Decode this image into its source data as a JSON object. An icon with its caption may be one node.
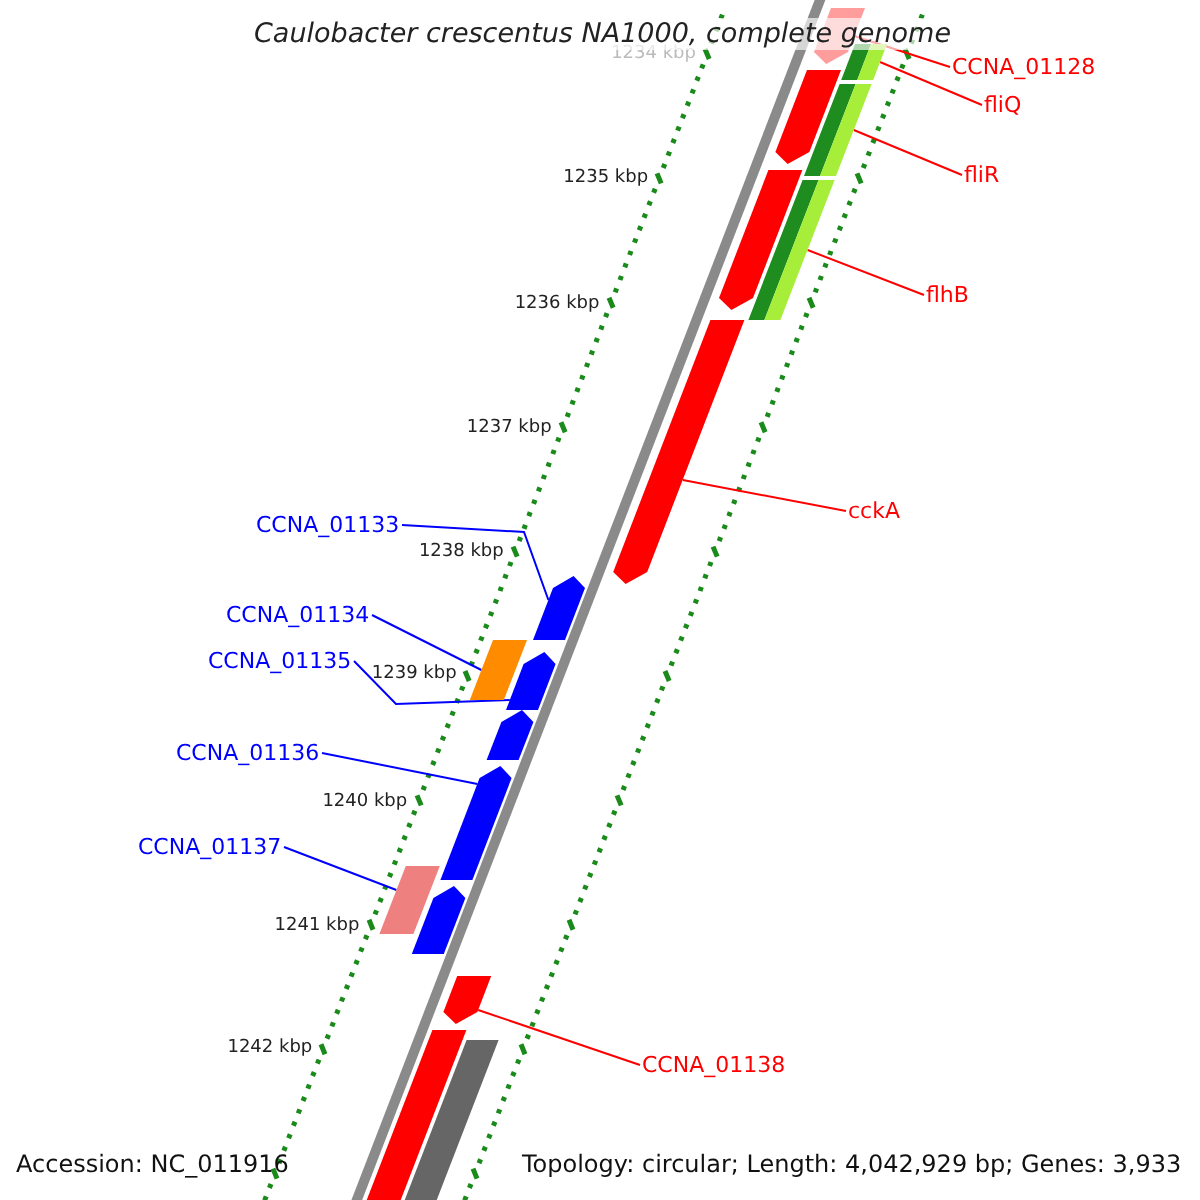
{
  "diagram": {
    "title": "Caulobacter crescentus NA1000, complete genome",
    "nodes": [
      {
        "text": [
          "CCNA_01128"
        ]
      },
      {
        "text": [
          "fliQ"
        ]
      },
      {
        "text": [
          "fliR"
        ]
      },
      {
        "text": [
          "flhB"
        ]
      },
      {
        "text": [
          "cckA"
        ]
      },
      {
        "text": [
          "CCNA_01133"
        ]
      },
      {
        "text": [
          "CCNA_01134"
        ]
      },
      {
        "text": [
          "CCNA_01135"
        ]
      },
      {
        "text": [
          "CCNA_01136"
        ]
      },
      {
        "text": [
          "CCNA_01137"
        ]
      },
      {
        "text": [
          "CCNA_01138"
        ]
      },
      {
        "text": [],
        "shape": "bar"
      },
      {
        "text": [],
        "shape": "bar"
      },
      {
        "text": [],
        "shape": "bar"
      },
      {
        "text": [],
        "shape": "bar"
      },
      {
        "text": [],
        "shape": "bar"
      },
      {
        "text": [],
        "shape": "bar"
      },
      {
        "text": [],
        "shape": "bar"
      },
      {
        "text": [],
        "shape": "bar"
      },
      {
        "text": [],
        "shape": "bar"
      },
      {
        "text": [],
        "shape": "bar"
      },
      {
        "text": [],
        "shape": "bar"
      },
      {
        "text": [],
        "shape": "bar"
      },
      {
        "text": [],
        "shape": "bar"
      },
      {
        "text": [],
        "shape": "bar"
      },
      {
        "text": [],
        "shape": "bar"
      },
      {
        "text": [],
        "shape": "bar"
      },
      {
        "text": [],
        "shape": "bar"
      }
    ],
    "edges": [
      {
        "from": 0,
        "to": 11,
        "arrow": "none"
      },
      {
        "from": 1,
        "to": 12,
        "arrow": "none"
      },
      {
        "from": 2,
        "to": 13,
        "arrow": "none"
      },
      {
        "from": 3,
        "to": 14,
        "arrow": "none"
      },
      {
        "from": 4,
        "to": 15,
        "arrow": "none"
      },
      {
        "from": 5,
        "to": 16,
        "arrow": "none",
        "color": "#0000ff"
      },
      {
        "from": 6,
        "to": 17,
        "arrow": "none",
        "color": "#0000ff"
      },
      {
        "from": 7,
        "to": 18,
        "arrow": "none",
        "color": "#0000ff"
      },
      {
        "from": 8,
        "to": 19,
        "arrow": "none",
        "color": "#0000ff"
      },
      {
        "from": 9,
        "to": 20,
        "arrow": "none",
        "color": "#0000ff"
      },
      {
        "from": 10,
        "to": 21,
        "arrow": "none"
      }
    ],
    "labels": [
      "1234 kbp",
      "1235 kbp",
      "1236 kbp",
      "1237 kbp",
      "1238 kbp",
      "1239 kbp",
      "1240 kbp",
      "1241 kbp",
      "1242 kbp",
      "Accession: NC_011916",
      "Topology: circular; Length: 4,042,929 bp; Genes: 3,933"
    ]
  }
}
